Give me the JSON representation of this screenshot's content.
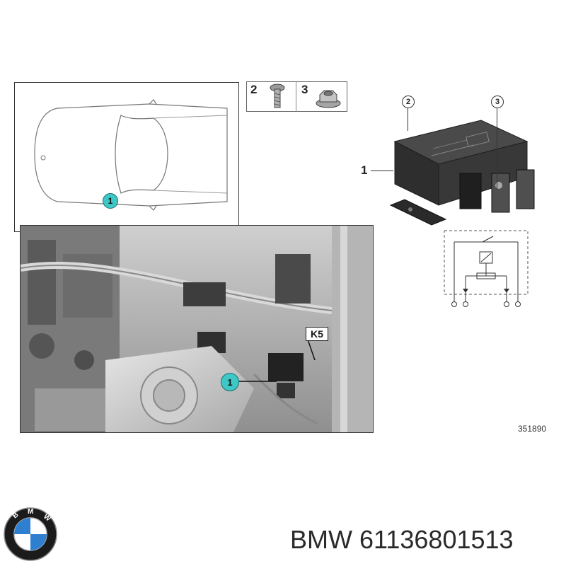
{
  "callouts": {
    "part1": "1",
    "part2": "2",
    "part3": "3",
    "car_marker": "1",
    "photo_marker": "1",
    "relay_label": "K5"
  },
  "reference_number": "351890",
  "brand": "BMW",
  "part_number": "61136801513",
  "footer_text": "BMW 61136801513",
  "colors": {
    "callout_fill": "#3ec7c7",
    "relay_body": "#2e2e2e",
    "line": "#333333"
  },
  "icons": {
    "part2": "bolt-icon",
    "part3": "flange-nut-icon",
    "logo": "bmw-logo"
  }
}
